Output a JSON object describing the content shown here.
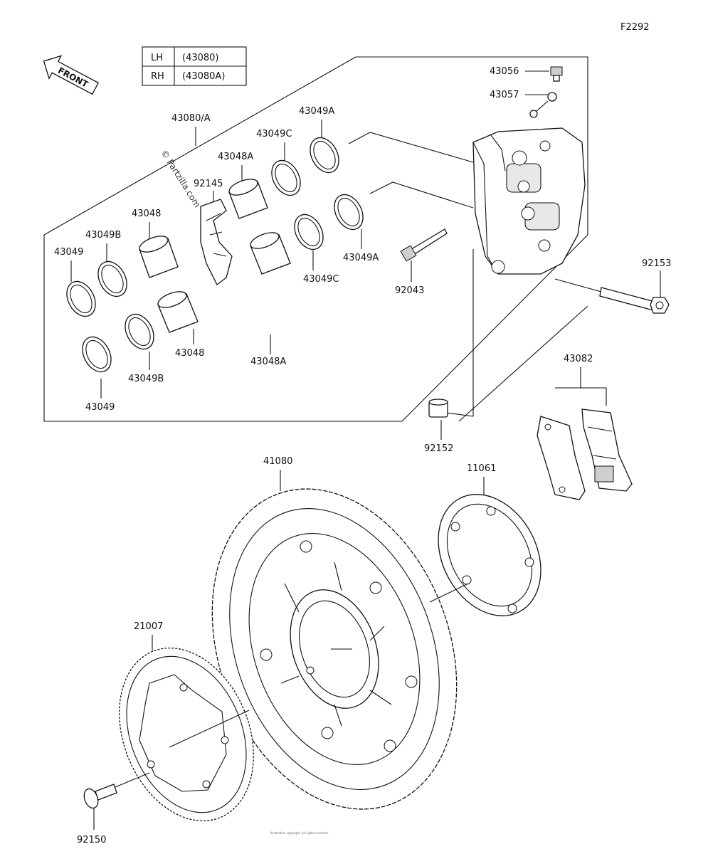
{
  "figure_code": "F2292",
  "front_arrow_label": "FRONT",
  "watermark": "© Partzilla.com",
  "legend": [
    {
      "side": "LH",
      "part": "(43080)"
    },
    {
      "side": "RH",
      "part": "(43080A)"
    }
  ],
  "labels": {
    "caliper_assy": "43080/A",
    "bleeder_valve": "43056",
    "bleeder_cap": "43057",
    "pad_spring": "43082",
    "bolt_92153": "92153",
    "pin_92043": "92043",
    "collar_92152": "92152",
    "spring_92145": "92145",
    "piston_a_top": "43048A",
    "piston_a_bottom": "43048A",
    "piston_top": "43048",
    "piston_bottom": "43048",
    "seal_c_top": "43049C",
    "seal_c_bottom": "43049C",
    "seal_a_top": "43049A",
    "seal_a_bottom": "43049A",
    "seal_b_top": "43049B",
    "seal_b_bottom": "43049B",
    "seal_top": "43049",
    "seal_bottom": "43049",
    "disc": "41080",
    "shim": "11061",
    "rotor_sensor": "21007",
    "bolt_92150": "92150"
  },
  "footer_note": "Illustration copyright. All rights reserved."
}
